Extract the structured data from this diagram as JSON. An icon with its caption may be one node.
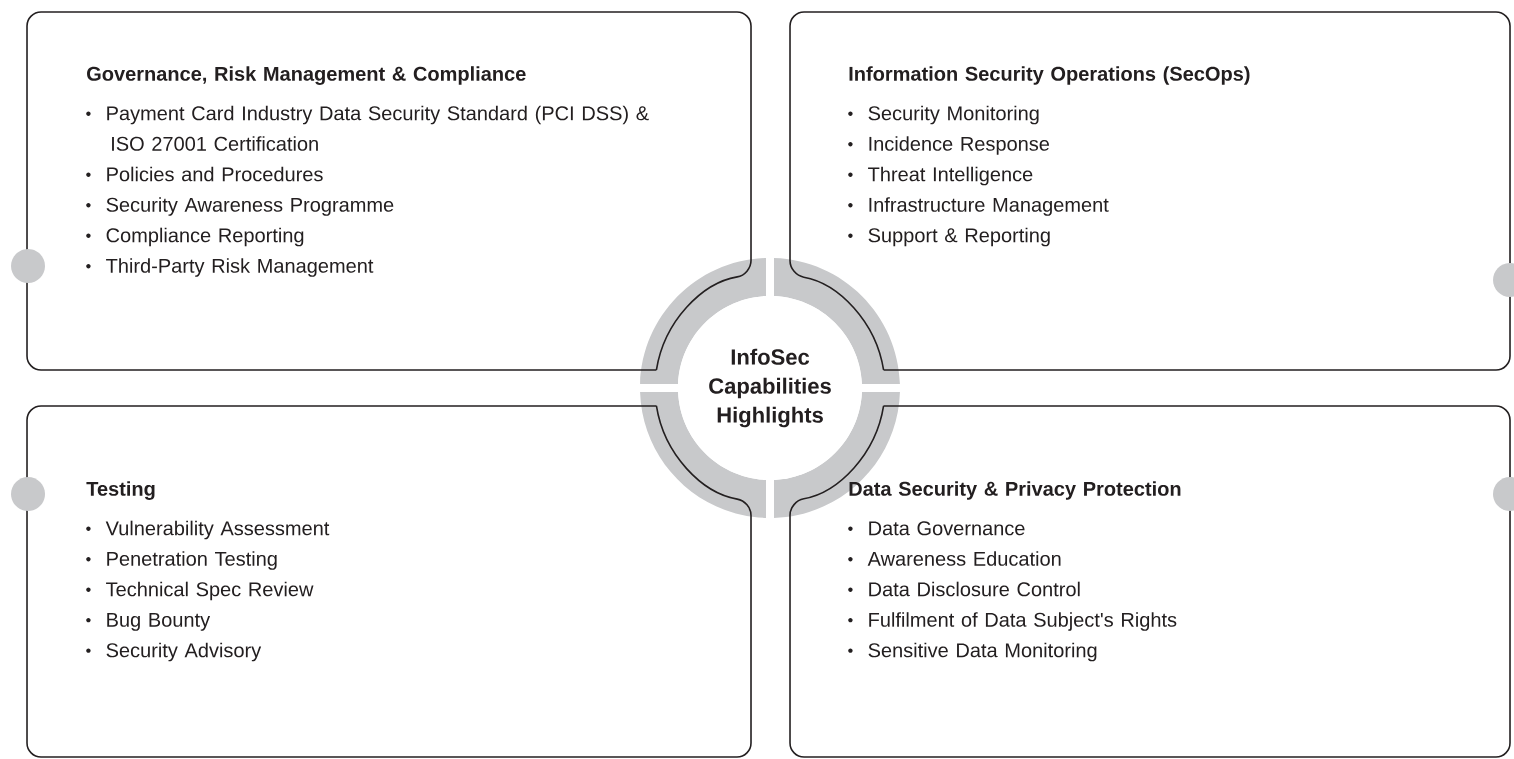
{
  "diagram": {
    "nodes": [
      {
        "text": [
          "Governance, Risk Management & Compliance",
          "Payment Card Industry Data Security Standard (PCI DSS) & ISO 27001 Certification",
          "Policies and Procedures",
          "Security Awareness Programme",
          "Compliance Reporting",
          "Third-Party Risk Management"
        ]
      },
      {
        "text": [
          "Information Security Operations (SecOps)",
          "Security Monitoring",
          "Incidence Response",
          "Threat Intelligence",
          "Infrastructure Management",
          "Support & Reporting"
        ]
      },
      {
        "text": [
          "InfoSec Capabilities Highlights"
        ]
      },
      {
        "text": [
          "Testing",
          "Vulnerability Assessment",
          "Penetration Testing",
          "Technical Spec Review",
          "Bug Bounty",
          "Security Advisory"
        ]
      },
      {
        "text": [
          "Data Security & Privacy Protection",
          "Data Governance",
          "Awareness Education",
          "Data Disclosure Control",
          "Fulfilment of Data Subject's Rights",
          "Sensitive Data Monitoring"
        ]
      }
    ]
  }
}
